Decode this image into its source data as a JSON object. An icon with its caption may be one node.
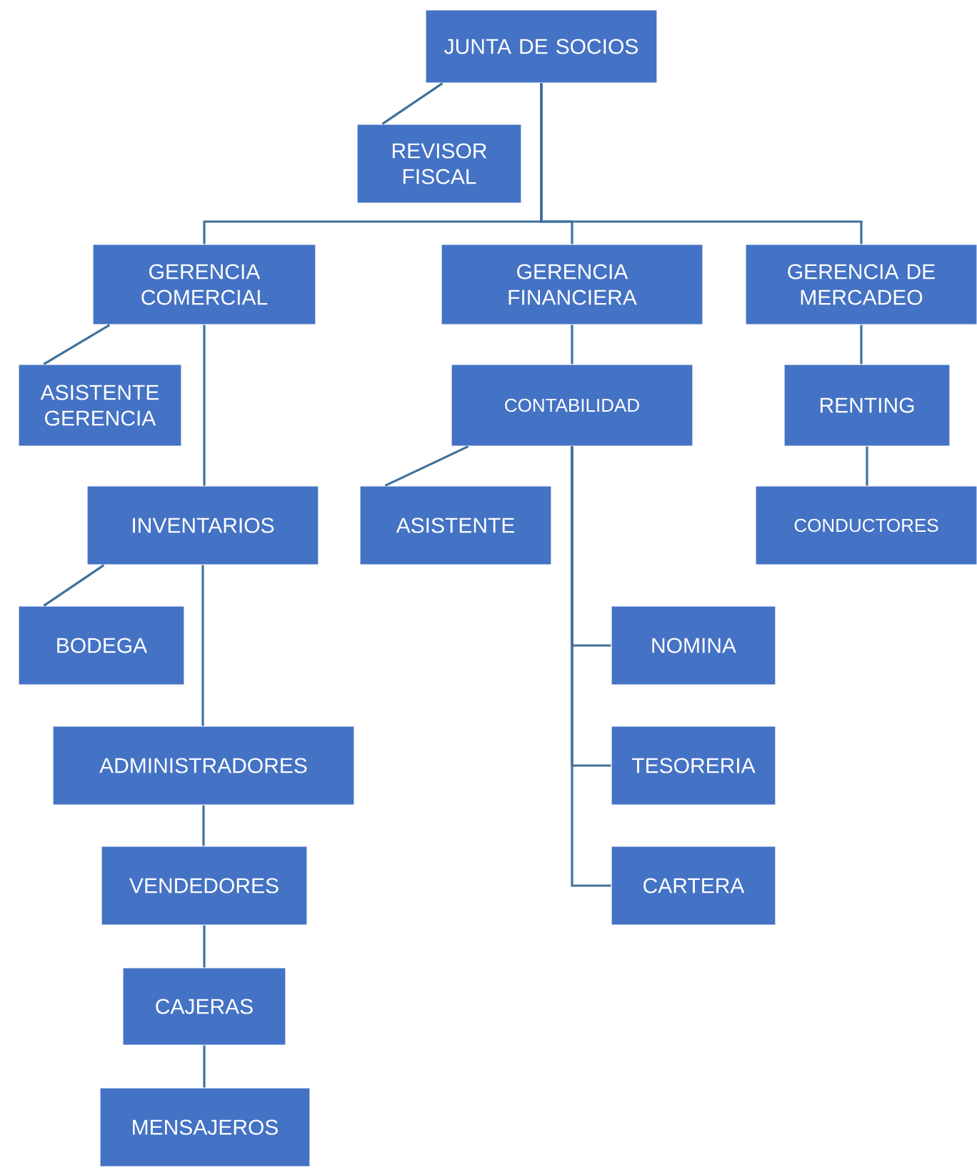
{
  "diagram": {
    "nodes": [
      {
        "text": [
          "JUNTA DE SOCIOS"
        ]
      },
      {
        "text": [
          "REVISOR FISCAL"
        ]
      },
      {
        "text": [
          "GERENCIA COMERCIAL"
        ]
      },
      {
        "text": [
          "GERENCIA FINANCIERA"
        ]
      },
      {
        "text": [
          "GERENCIA DE MERCADEO"
        ]
      },
      {
        "text": [
          "ASISTENTE GERENCIA"
        ]
      },
      {
        "text": [
          "INVENTARIOS"
        ]
      },
      {
        "text": [
          "BODEGA"
        ]
      },
      {
        "text": [
          "ADMINISTRADORES"
        ]
      },
      {
        "text": [
          "VENDEDORES"
        ]
      },
      {
        "text": [
          "CAJERAS"
        ]
      },
      {
        "text": [
          "MENSAJEROS"
        ]
      },
      {
        "text": [
          "CONTABILIDAD"
        ]
      },
      {
        "text": [
          "ASISTENTE"
        ]
      },
      {
        "text": [
          "NOMINA"
        ]
      },
      {
        "text": [
          "TESORERIA"
        ]
      },
      {
        "text": [
          "CARTERA"
        ]
      },
      {
        "text": [
          "RENTING"
        ]
      },
      {
        "text": [
          "CONDUCTORES"
        ]
      }
    ],
    "edges": [
      {
        "from": 0,
        "to": 1,
        "arrow": "none"
      },
      {
        "from": 0,
        "to": 2,
        "arrow": "none"
      },
      {
        "from": 0,
        "to": 3,
        "arrow": "none"
      },
      {
        "from": 0,
        "to": 4,
        "arrow": "none"
      },
      {
        "from": 2,
        "to": 5,
        "arrow": "none"
      },
      {
        "from": 2,
        "to": 6,
        "arrow": "none"
      },
      {
        "from": 6,
        "to": 7,
        "arrow": "none"
      },
      {
        "from": 6,
        "to": 8,
        "arrow": "none"
      },
      {
        "from": 8,
        "to": 9,
        "arrow": "none"
      },
      {
        "from": 9,
        "to": 10,
        "arrow": "none"
      },
      {
        "from": 10,
        "to": 11,
        "arrow": "none"
      },
      {
        "from": 3,
        "to": 12,
        "arrow": "none"
      },
      {
        "from": 12,
        "to": 13,
        "arrow": "none"
      },
      {
        "from": 12,
        "to": 14,
        "arrow": "none"
      },
      {
        "from": 12,
        "to": 15,
        "arrow": "none"
      },
      {
        "from": 12,
        "to": 16,
        "arrow": "none"
      },
      {
        "from": 4,
        "to": 17,
        "arrow": "none"
      },
      {
        "from": 17,
        "to": 18,
        "arrow": "none"
      }
    ]
  }
}
